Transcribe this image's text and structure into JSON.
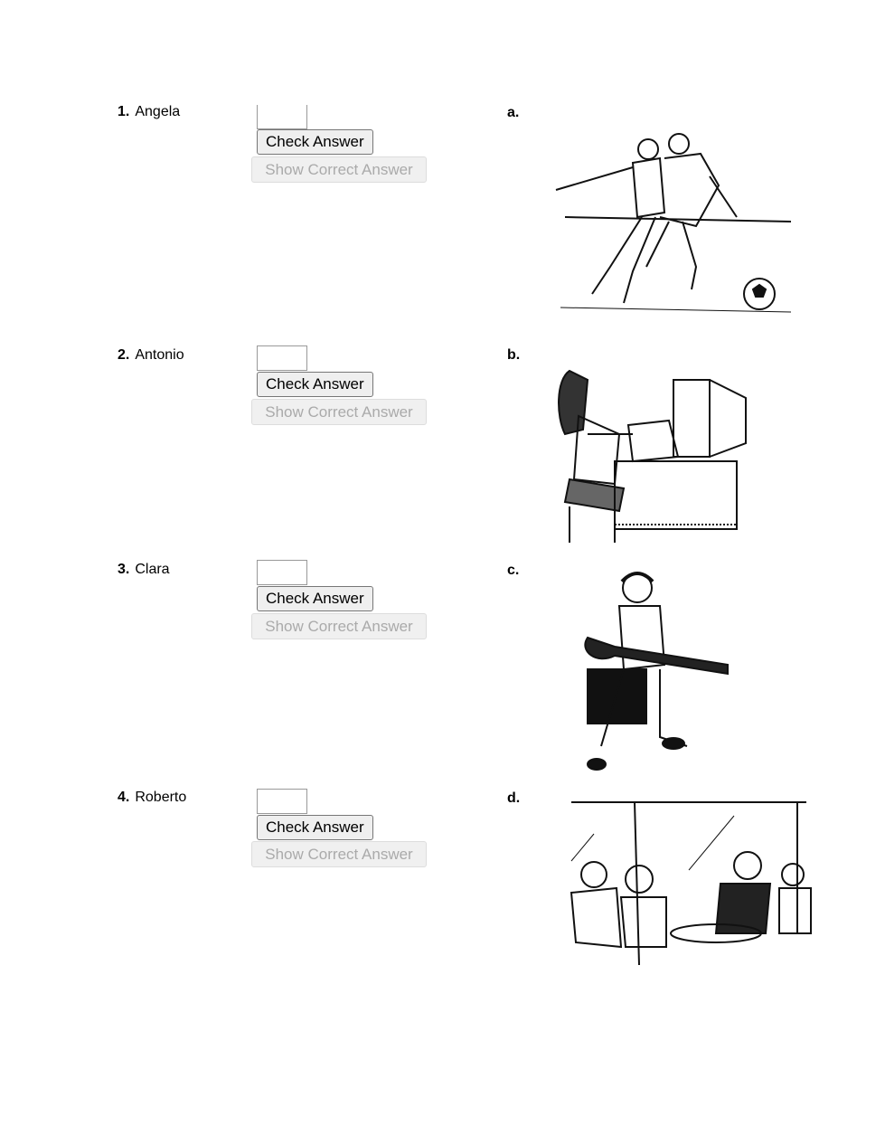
{
  "buttons": {
    "check": "Check Answer",
    "show": "Show Correct Answer"
  },
  "items": [
    {
      "number": "1.",
      "name": "Angela",
      "answer": ""
    },
    {
      "number": "2.",
      "name": "Antonio",
      "answer": ""
    },
    {
      "number": "3.",
      "name": "Clara",
      "answer": ""
    },
    {
      "number": "4.",
      "name": "Roberto",
      "answer": ""
    }
  ],
  "options": [
    {
      "letter": "a.",
      "icon": "soccer-players-illustration"
    },
    {
      "letter": "b.",
      "icon": "girl-at-computer-illustration"
    },
    {
      "letter": "c.",
      "icon": "boy-playing-guitar-illustration"
    },
    {
      "letter": "d.",
      "icon": "friends-at-cafe-illustration"
    }
  ]
}
